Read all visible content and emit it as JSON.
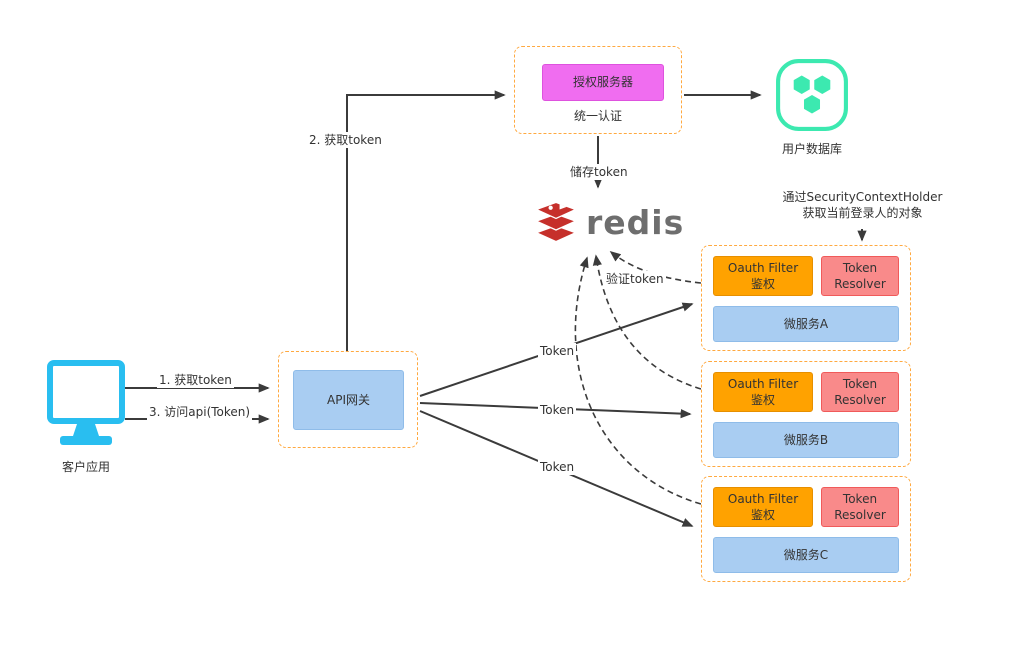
{
  "diagram": {
    "client": {
      "label": "客户应用"
    },
    "api_gateway": {
      "label": "API网关"
    },
    "auth_server": {
      "title": "授权服务器",
      "subtitle": "统一认证"
    },
    "user_db": {
      "label": "用户数据库"
    },
    "redis": {
      "label": "redis"
    },
    "microservices": [
      {
        "oauth_filter": "Oauth Filter\n鉴权",
        "token_resolver": "Token\nResolver",
        "name": "微服务A"
      },
      {
        "oauth_filter": "Oauth Filter\n鉴权",
        "token_resolver": "Token\nResolver",
        "name": "微服务B"
      },
      {
        "oauth_filter": "Oauth Filter\n鉴权",
        "token_resolver": "Token\nResolver",
        "name": "微服务C"
      }
    ],
    "labels": {
      "step1": "1. 获取token",
      "step2": "2. 获取token",
      "step3": "3. 访问api(Token)",
      "store_token": "储存token",
      "verify_token": "验证token",
      "token": "Token",
      "security_context": "通过SecurityContextHolder\n获取当前登录人的对象"
    },
    "colors": {
      "dashed_border": "#ffa940",
      "magenta_fill": "#f06df0",
      "blue_fill": "#a9cdf2",
      "orange_fill": "#ffa200",
      "red_fill": "#f98a8a",
      "monitor_cyan": "#29bef0",
      "db_green": "#3ce9b0",
      "redis_red": "#c6302b",
      "arrow": "#3b3b3b"
    }
  }
}
